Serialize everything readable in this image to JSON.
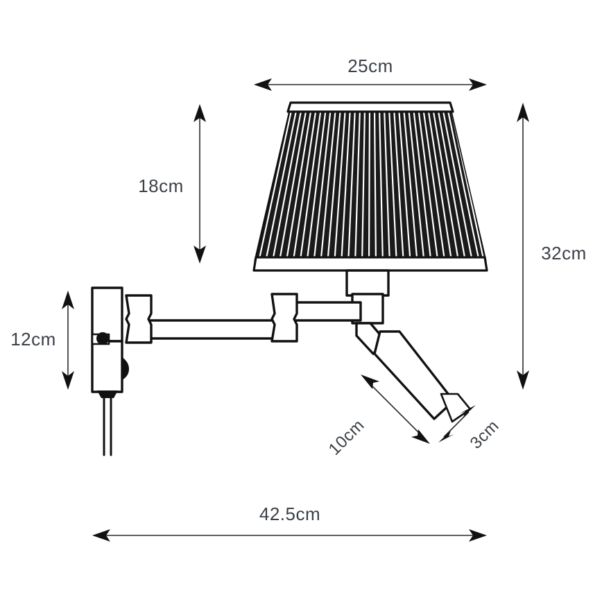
{
  "drawing": {
    "title": "Wall lamp dimension drawing",
    "background_color": "#ffffff",
    "line_color": "#111111",
    "text_color": "#3b4046"
  },
  "dimensions": {
    "shade_width": {
      "label": "25cm",
      "orientation": "horizontal",
      "position": "top",
      "value": 25,
      "unit": "cm"
    },
    "shade_height": {
      "label": "18cm",
      "orientation": "vertical",
      "position": "left-of-shade",
      "value": 18,
      "unit": "cm"
    },
    "total_height": {
      "label": "32cm",
      "orientation": "vertical",
      "position": "right",
      "value": 32,
      "unit": "cm"
    },
    "bracket_height": {
      "label": "12cm",
      "orientation": "vertical",
      "position": "far-left",
      "value": 12,
      "unit": "cm"
    },
    "spot_length": {
      "label": "10cm",
      "orientation": "diagonal",
      "position": "spotlight-left",
      "value": 10,
      "unit": "cm"
    },
    "spot_diameter": {
      "label": "3cm",
      "orientation": "diagonal",
      "position": "spotlight-end",
      "value": 3,
      "unit": "cm"
    },
    "total_projection": {
      "label": "42.5cm",
      "orientation": "horizontal",
      "position": "bottom",
      "value": 42.5,
      "unit": "cm"
    }
  },
  "parts": {
    "lamp_shade": "pleated-tapered-shade",
    "shade_top_band": "shade-top-trim",
    "shade_bottom_band": "shade-bottom-trim",
    "shade_mount": "shade-socket-block",
    "wall_bracket": "wall-mount-plate",
    "bracket_switch": "rocker-switch-knob",
    "swing_arm_lower": "swing-arm-segment-1",
    "swing_arm_upper": "swing-arm-segment-2",
    "elbow_joint": "arm-elbow-pivot",
    "wall_joint": "wall-pivot-block",
    "spotlight": "adjustable-spotlight-cylinder",
    "spotlight_neck": "spotlight-swivel-neck",
    "spotlight_ring": "spotlight-bezel-ring",
    "power_cord": "power-cord"
  }
}
